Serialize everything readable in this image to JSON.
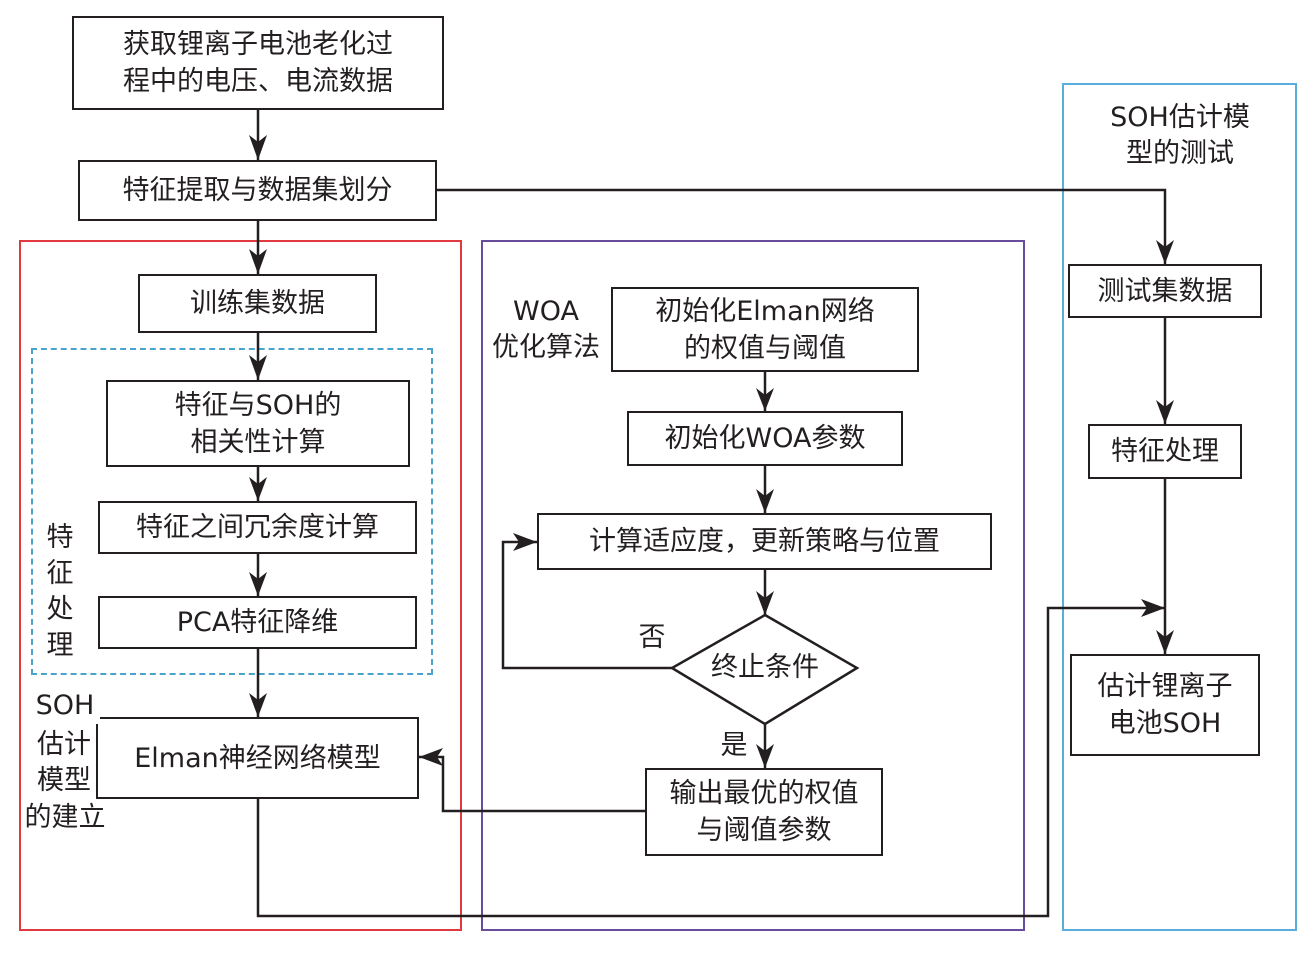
{
  "colors": {
    "line": "#231f20",
    "training_frame": "#e03a3e",
    "woa_frame": "#6a4c9c",
    "testing_frame": "#5aaedc",
    "feature_frame": "#4aa3cc"
  },
  "nodes": {
    "acquire_data": "获取锂离子电池老化过\n程中的电压、电流数据",
    "feature_split": "特征提取与数据集划分",
    "training_data": "训练集数据",
    "correlation": "特征与SOH的\n相关性计算",
    "redundancy": "特征之间冗余度计算",
    "pca": "PCA特征降维",
    "elman_model": "Elman神经网络模型",
    "init_elman": "初始化Elman网络\n的权值与阈值",
    "init_woa": "初始化WOA参数",
    "fitness": "计算适应度，更新策略与位置",
    "termination": "终止条件",
    "output_best": "输出最优的权值\n与阈值参数",
    "test_data": "测试集数据",
    "test_feature": "特征处理",
    "estimate_soh": "估计锂离子\n电池SOH"
  },
  "labels": {
    "feature_processing": "特\n征\n处\n理",
    "soh_model_build_1": "SOH",
    "soh_model_build_2": "估计\n模型",
    "soh_model_build_3": "的建立",
    "woa_algorithm": "WOA\n优化算法",
    "soh_model_test": "SOH估计模\n型的测试",
    "no": "否",
    "yes": "是"
  }
}
